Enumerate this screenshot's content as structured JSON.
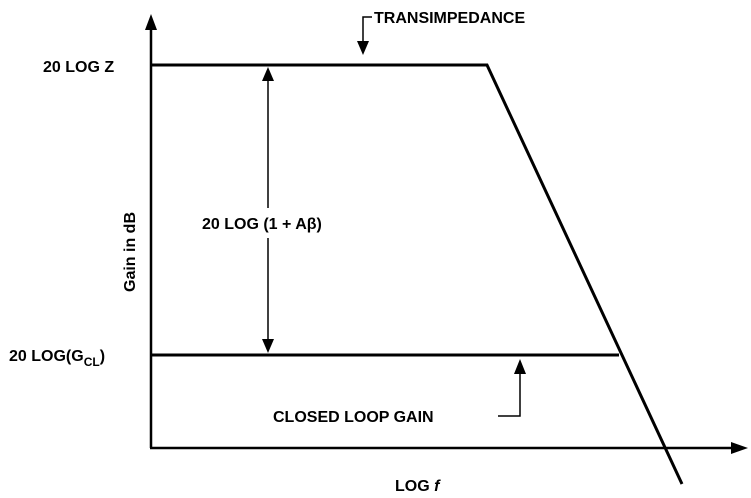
{
  "diagram": {
    "y_axis_label": "Gain in dB",
    "x_axis_label": "LOG ",
    "x_axis_label_italic": "f",
    "level_high_label": "20 LOG Z",
    "level_low_label": "20 LOG(G",
    "level_low_subscript": "CL",
    "level_low_close": ")",
    "difference_label": "20 LOG (1 + Aβ)",
    "callout_top": "TRANSIMPEDANCE",
    "callout_bottom": "CLOSED LOOP GAIN",
    "stroke_color": "#000000"
  }
}
